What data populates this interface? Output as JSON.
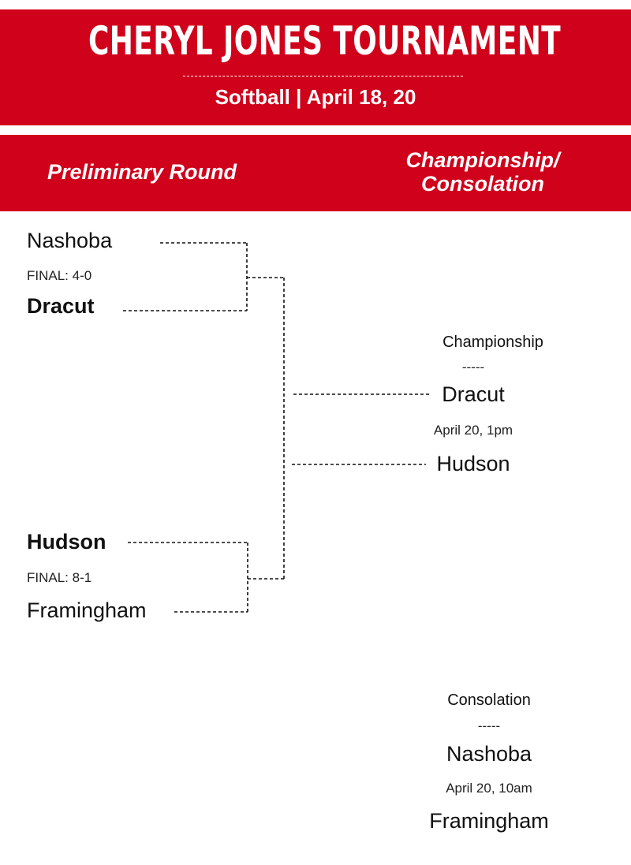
{
  "header": {
    "title": "CHERYL JONES TOURNAMENT",
    "subtitle": "Softball | April 18, 20"
  },
  "columns": {
    "preliminary": "Preliminary Round",
    "championship_line1": "Championship/",
    "championship_line2": "Consolation"
  },
  "preliminary_games": [
    {
      "team1": "Nashoba",
      "score": "FINAL: 4-0",
      "team2": "Dracut",
      "winner": "Dracut"
    },
    {
      "team1": "Hudson",
      "score": "FINAL: 8-1",
      "team2": "Framingham",
      "winner": "Hudson"
    }
  ],
  "championship": {
    "label": "Championship",
    "divider": "-----",
    "team1": "Dracut",
    "time": "April 20, 1pm",
    "team2": "Hudson"
  },
  "consolation": {
    "label": "Consolation",
    "divider": "-----",
    "team1": "Nashoba",
    "time": "April 20, 10am",
    "team2": "Framingham"
  },
  "colors": {
    "banner": "#d0021b",
    "text": "#111111",
    "banner_text": "#ffffff"
  }
}
